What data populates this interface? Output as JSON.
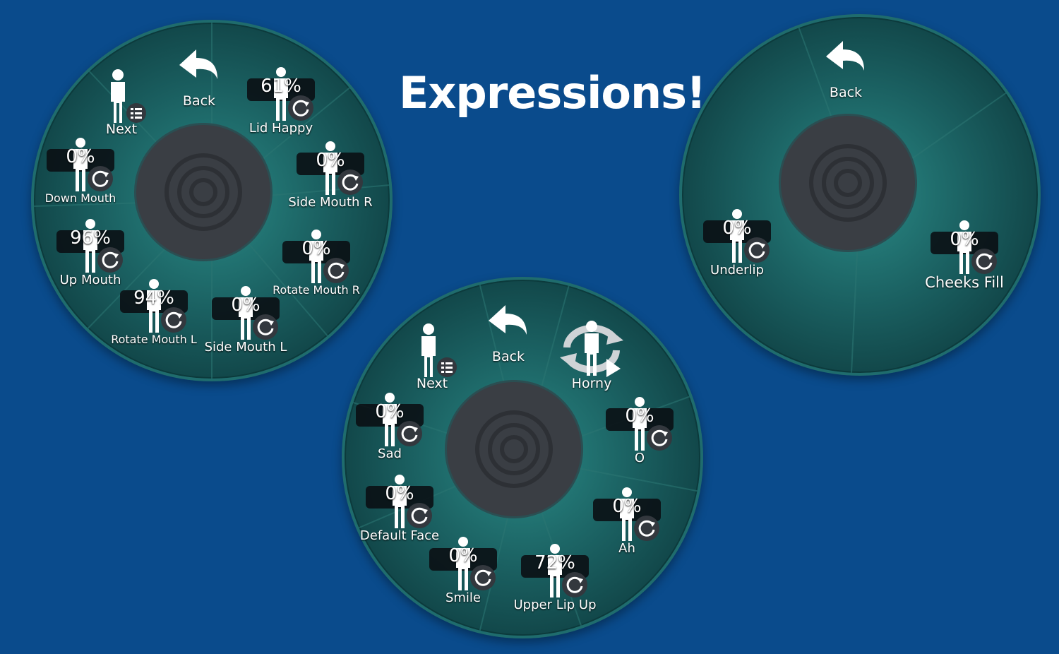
{
  "headline": "Expressions!",
  "wheels": [
    {
      "nav": {
        "back": "Back",
        "next": "Next"
      },
      "items": [
        {
          "pct": "61%",
          "label": "Lid Happy"
        },
        {
          "pct": "0%",
          "label": "Side Mouth R"
        },
        {
          "pct": "0%",
          "label": "Rotate Mouth R"
        },
        {
          "pct": "0%",
          "label": "Side Mouth L"
        },
        {
          "pct": "94%",
          "label": "Rotate Mouth L"
        },
        {
          "pct": "96%",
          "label": "Up Mouth"
        },
        {
          "pct": "0%",
          "label": "Down Mouth"
        }
      ]
    },
    {
      "nav": {
        "back": "Back",
        "next": "Next",
        "play": "Horny"
      },
      "items": [
        {
          "pct": "0%",
          "label": "O"
        },
        {
          "pct": "0%",
          "label": "Ah"
        },
        {
          "pct": "72%",
          "label": "Upper Lip Up"
        },
        {
          "pct": "0%",
          "label": "Smile"
        },
        {
          "pct": "0%",
          "label": "Default Face"
        },
        {
          "pct": "0%",
          "label": "Sad"
        }
      ]
    },
    {
      "nav": {
        "back": "Back"
      },
      "items": [
        {
          "pct": "0%",
          "label": "Underlip"
        },
        {
          "pct": "0%",
          "label": "Cheeks Fill"
        }
      ]
    }
  ]
}
